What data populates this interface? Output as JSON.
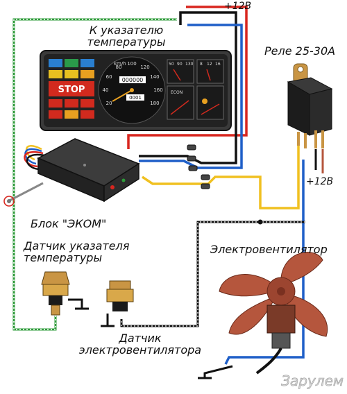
{
  "labels": {
    "plus12_top": "+12В",
    "temp_indicator": [
      "К указателю",
      "температуры"
    ],
    "relay": "Реле 25-30А",
    "plus12_right": "+12В",
    "ekom_block": "Блок \"ЭКОМ\"",
    "temp_sensor": [
      "Датчик указателя",
      "температуры"
    ],
    "fan": "Электровентилятор",
    "fan_sensor": [
      "Датчик",
      "электровентилятора"
    ],
    "watermark": "Зарулем"
  },
  "dashboard": {
    "speed_unit": "km/h",
    "speed_ticks": [
      "20",
      "40",
      "60",
      "80",
      "100",
      "120",
      "140",
      "160",
      "180"
    ],
    "odometer": "000000",
    "trip": "0001",
    "stop_text": "STOP",
    "econ_text": "ECON",
    "gauge_left_ticks": [
      "50",
      "90",
      "130"
    ],
    "gauge_right_ticks": [
      "8",
      "12",
      "16"
    ]
  },
  "colors": {
    "wire_red": "#d8261f",
    "wire_black": "#111111",
    "wire_blue": "#1f5fc8",
    "wire_yellow": "#f0c020",
    "wire_green": "#2e9b3a",
    "fan_body": "#b5563d",
    "panel": "#2a2a2a"
  }
}
